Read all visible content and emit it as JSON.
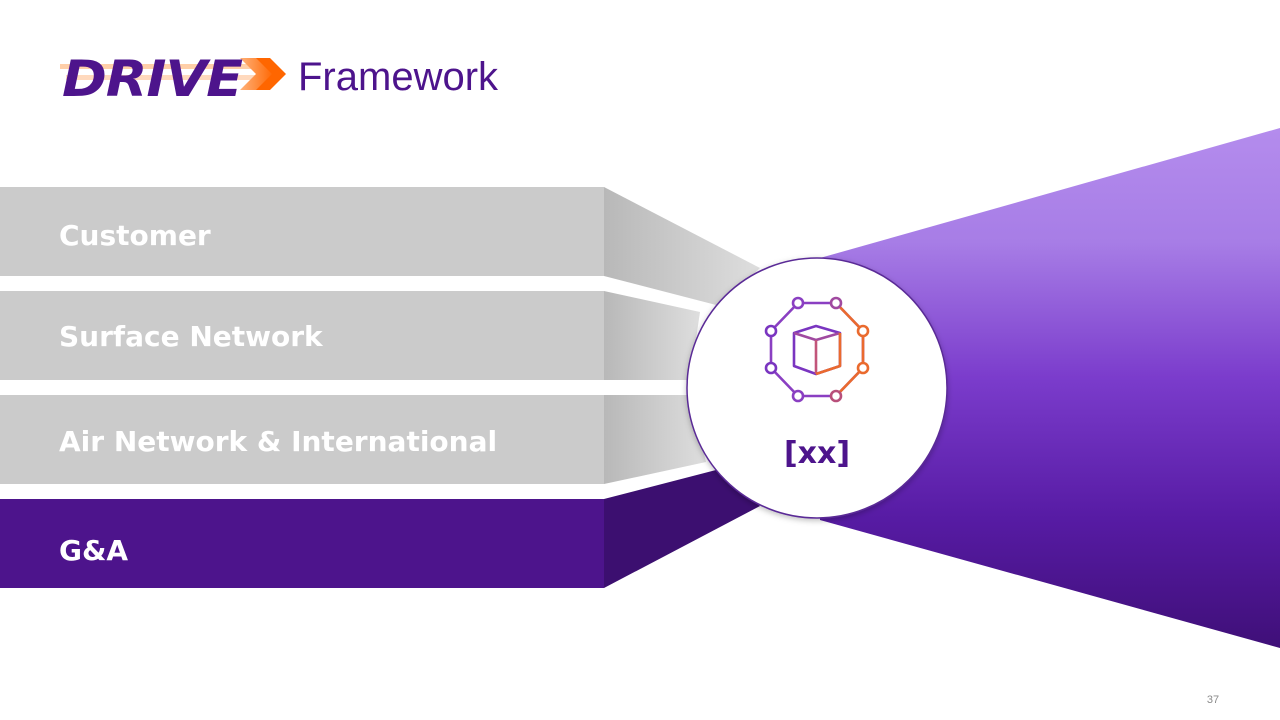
{
  "header": {
    "logo_text": "DRIVE",
    "title": "Framework"
  },
  "diagram": {
    "bars": [
      {
        "label": "Customer",
        "state": "inactive"
      },
      {
        "label": "Surface Network",
        "state": "inactive"
      },
      {
        "label": "Air Network & International",
        "state": "inactive"
      },
      {
        "label": "G&A",
        "state": "active"
      }
    ],
    "hub": {
      "label": "[xx]",
      "icon": "network-cube-icon"
    }
  },
  "colors": {
    "brand_purple": "#4d148c",
    "brand_orange": "#ff6600",
    "inactive_bar": "#cbcbcb",
    "light_purple": "#b48ced"
  },
  "footer": {
    "page_number": "37"
  }
}
